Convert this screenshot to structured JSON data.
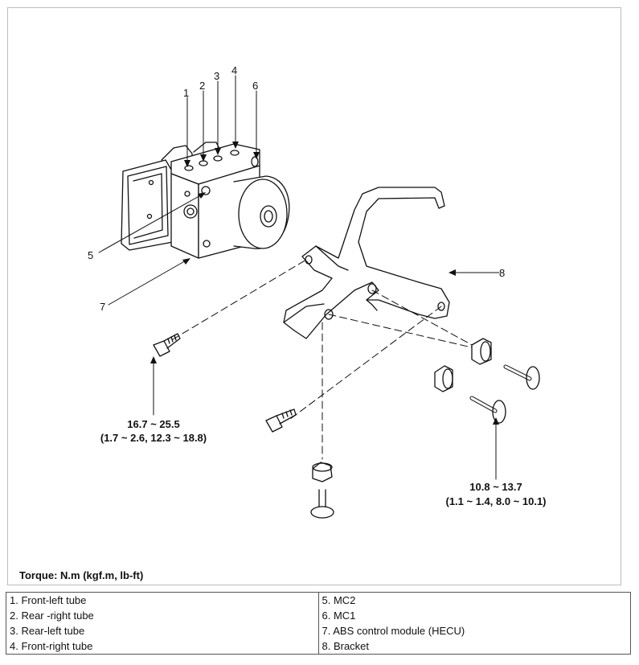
{
  "callouts": {
    "c1": "1",
    "c2": "2",
    "c3": "3",
    "c4": "4",
    "c5": "5",
    "c6": "6",
    "c7": "7",
    "c8": "8"
  },
  "torque_values": {
    "upper_nm": "16.7 ~ 25.5",
    "upper_other": "(1.7 ~ 2.6, 12.3 ~ 18.8)",
    "lower_nm": "10.8 ~ 13.7",
    "lower_other": "(1.1 ~ 1.4, 8.0 ~ 10.1)"
  },
  "torque_caption": "Torque: N.m (kgf.m, lb-ft)",
  "legend": {
    "left": [
      "1. Front-left tube",
      "2. Rear -right tube",
      "3. Rear-left tube",
      "4. Front-right tube"
    ],
    "right": [
      "5. MC2",
      "6. MC1",
      "7. ABS control module (HECU)",
      "8. Bracket"
    ]
  }
}
